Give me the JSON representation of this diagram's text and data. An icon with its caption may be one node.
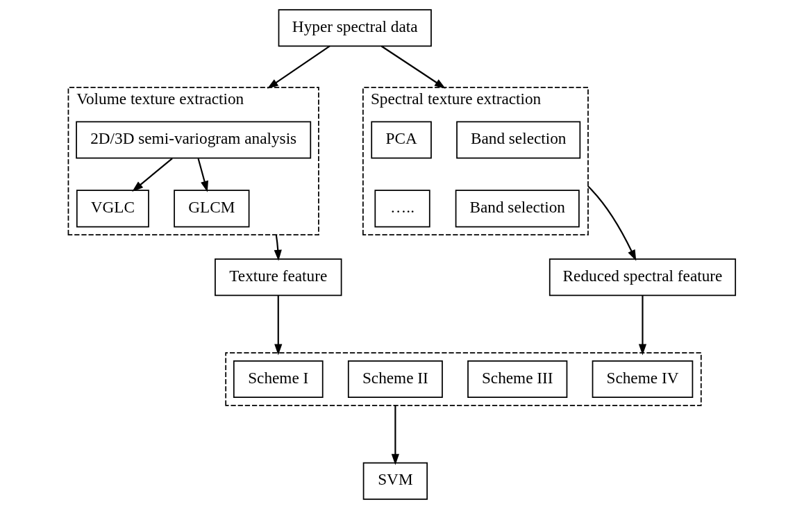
{
  "diagram": {
    "nodes": [
      {
        "text": [
          "Hyper spectral data"
        ]
      },
      {
        "text": [
          "Volume texture extraction"
        ]
      },
      {
        "text": [
          "2D/3D semi-variogram analysis"
        ],
        "in": 1
      },
      {
        "text": [
          "VGLC"
        ],
        "in": 1
      },
      {
        "text": [
          "GLCM"
        ],
        "in": 1
      },
      {
        "text": [
          "Spectral texture extraction"
        ]
      },
      {
        "text": [
          "Band selection"
        ],
        "in": 5
      },
      {
        "text": [
          "PCA"
        ],
        "in": 5
      },
      {
        "text": [
          "Band selection"
        ],
        "in": 5
      },
      {
        "text": [
          "….."
        ],
        "in": 5
      },
      {
        "text": [
          "Texture feature"
        ]
      },
      {
        "text": [
          "Reduced spectral feature"
        ]
      },
      {
        "text": [],
        "shape": "box"
      },
      {
        "text": [
          "Scheme I"
        ],
        "in": 12
      },
      {
        "text": [
          "Scheme II"
        ],
        "in": 12
      },
      {
        "text": [
          "Scheme III"
        ],
        "in": 12
      },
      {
        "text": [
          "Scheme IV"
        ],
        "in": 12
      },
      {
        "text": [
          "SVM"
        ]
      }
    ],
    "edges": [
      {
        "from": 0,
        "to": 1,
        "arrow": "to"
      },
      {
        "from": 0,
        "to": 5,
        "arrow": "to"
      },
      {
        "from": 2,
        "to": 3,
        "arrow": "to"
      },
      {
        "from": 2,
        "to": 4,
        "arrow": "to"
      },
      {
        "from": 1,
        "to": 10,
        "arrow": "to"
      },
      {
        "from": 5,
        "to": 11,
        "arrow": "to"
      },
      {
        "from": 10,
        "to": 12,
        "arrow": "to"
      },
      {
        "from": 11,
        "to": 12,
        "arrow": "to"
      },
      {
        "from": 12,
        "to": 17,
        "arrow": "to"
      }
    ]
  }
}
